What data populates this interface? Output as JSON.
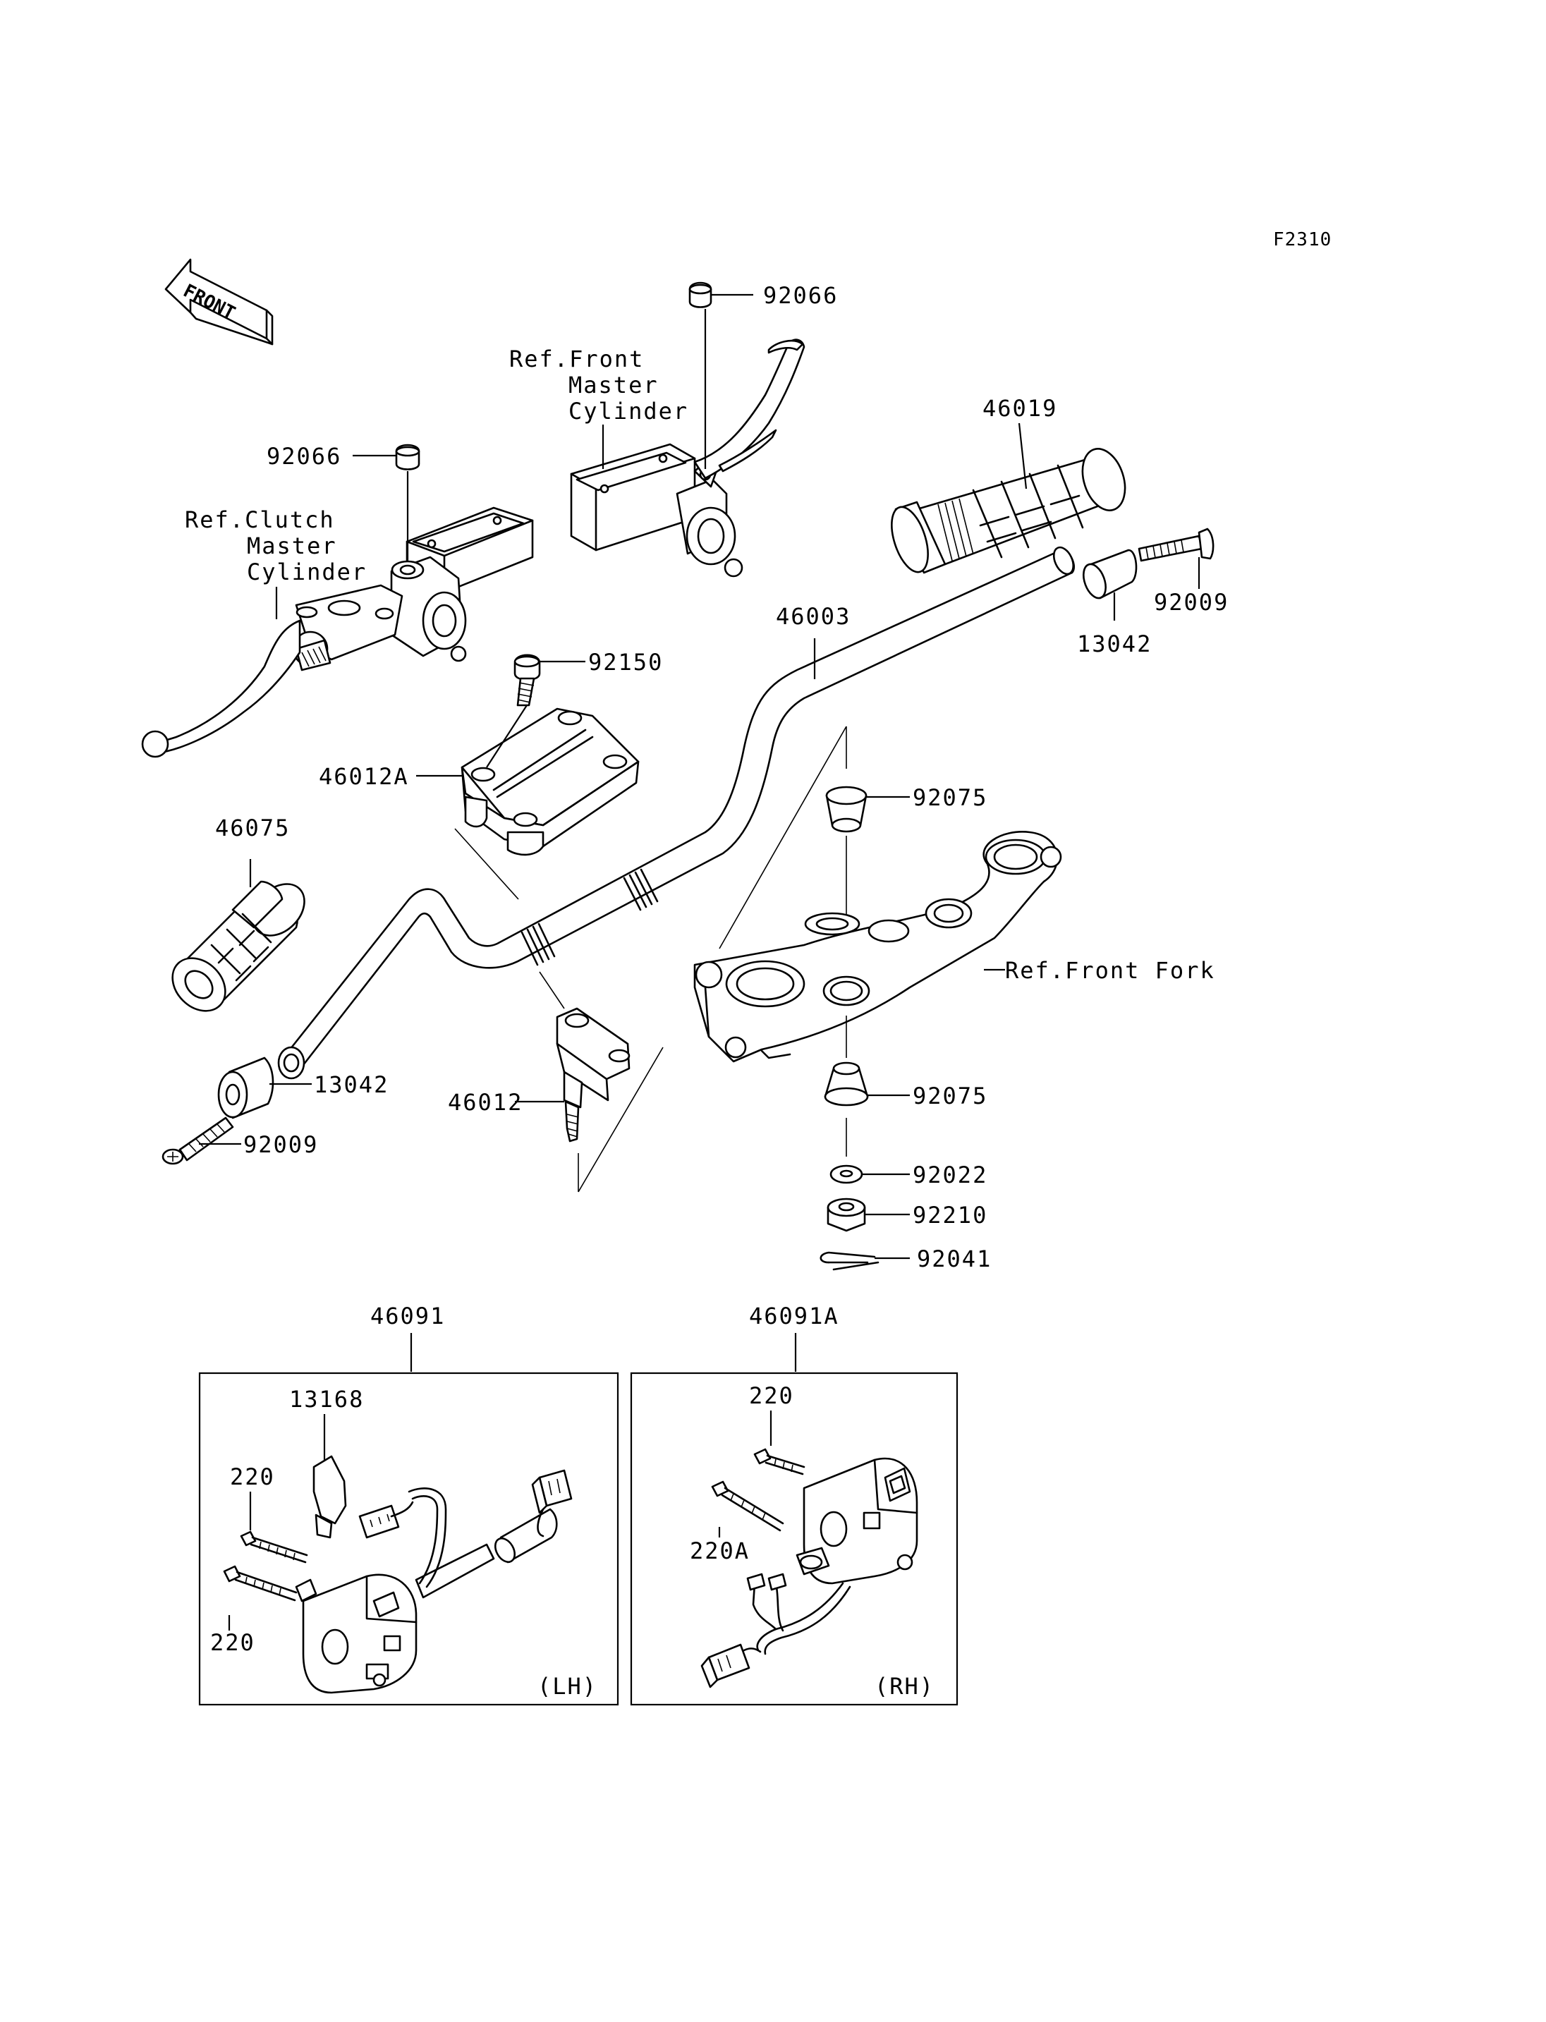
{
  "figure_code": "F2310",
  "front_arrow_text": "FRONT",
  "labels": {
    "p92066_top": "92066",
    "ref_front_master": [
      "Ref.Front",
      "Master",
      "Cylinder"
    ],
    "p46019": "46019",
    "p92066_left": "92066",
    "ref_clutch_master": [
      "Ref.Clutch",
      "Master",
      "Cylinder"
    ],
    "p92009_right": "92009",
    "p13042_right": "13042",
    "p46003": "46003",
    "p92150": "92150",
    "p46012A": "46012A",
    "p92075_top": "92075",
    "p46075": "46075",
    "ref_front_fork": "Ref.Front Fork",
    "p13042_left": "13042",
    "p46012": "46012",
    "p92075_bottom": "92075",
    "p92009_left": "92009",
    "p92022": "92022",
    "p92210": "92210",
    "p92041": "92041",
    "p46091": "46091",
    "p46091A": "46091A"
  },
  "lh_box": {
    "p13168": "13168",
    "p220_a": "220",
    "p220_b": "220",
    "side": "(LH)"
  },
  "rh_box": {
    "p220": "220",
    "p220A": "220A",
    "side": "(RH)"
  }
}
